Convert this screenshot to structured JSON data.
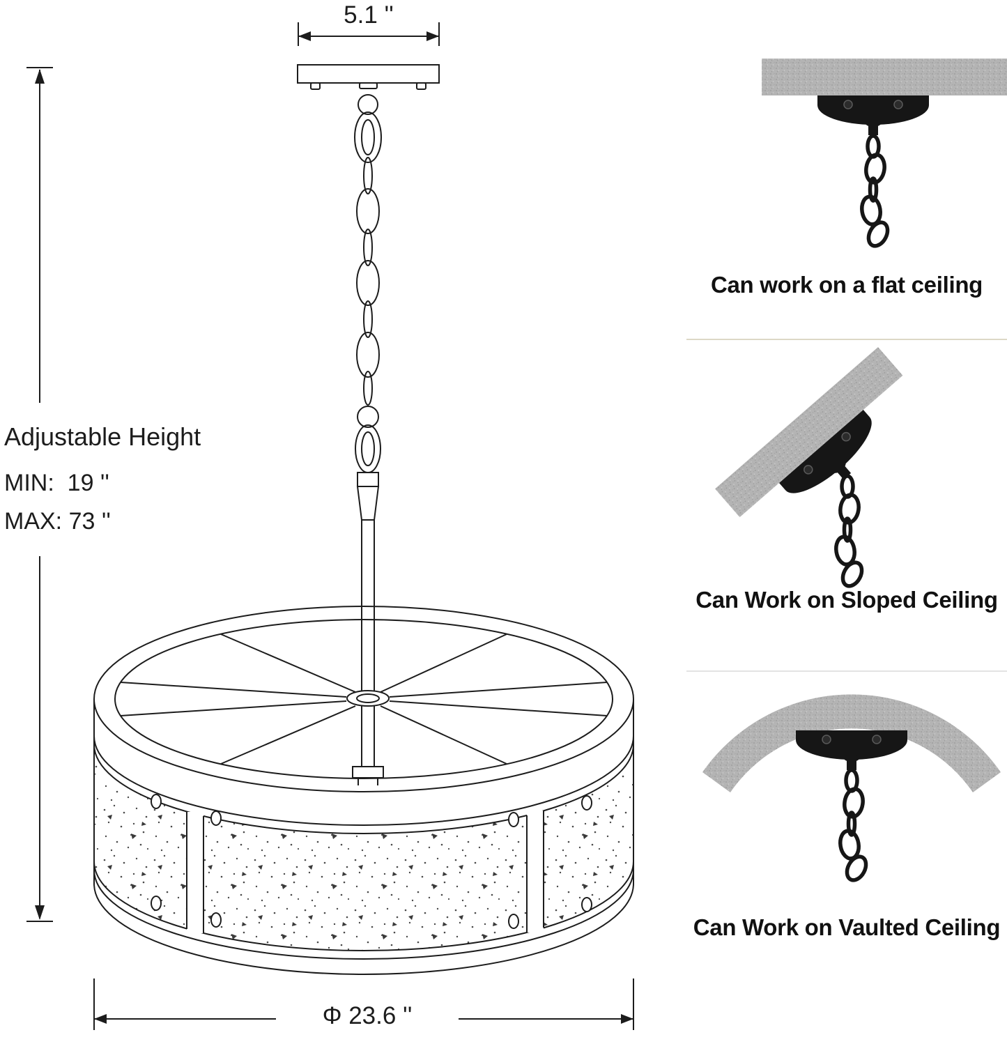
{
  "left_diagram": {
    "top_width": "5.1 ''",
    "adjustable_height_title": "Adjustable Height",
    "min_height": "MIN:  19 ''",
    "max_height": "MAX: 73 ''",
    "diameter": "Φ 23.6 ''"
  },
  "ceiling_options": [
    {
      "label": "Can work on a flat ceiling",
      "icon": "flat-ceiling-mount-icon"
    },
    {
      "label": "Can Work on Sloped Ceiling",
      "icon": "sloped-ceiling-mount-icon"
    },
    {
      "label": "Can Work on Vaulted Ceiling",
      "icon": "vaulted-ceiling-mount-icon"
    }
  ],
  "colors": {
    "line": "#1c1c1c",
    "ceiling_gray": "#b4b4b4",
    "fixture_black": "#161616",
    "background": "#ffffff"
  }
}
